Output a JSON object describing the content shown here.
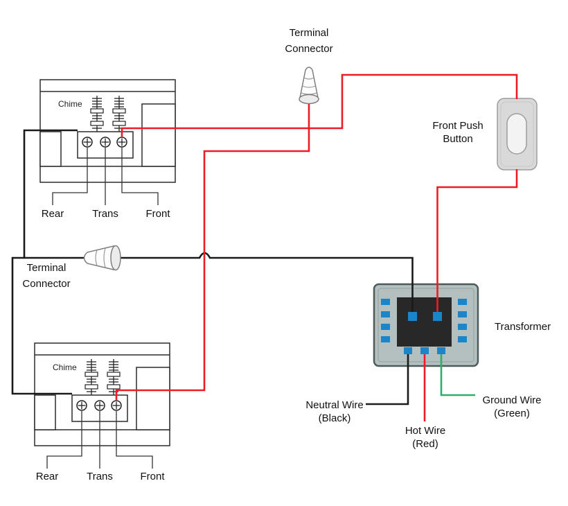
{
  "diagram_type": "doorbell-wiring-diagram",
  "colors": {
    "wire_red": "#ed1c24",
    "wire_black": "#1a1a1a",
    "wire_green": "#2fae6b",
    "terminal_blue": "#1a86c9",
    "transformer_plate": "#b4c0c0",
    "transformer_body": "#282828",
    "button_plate": "#d9d9d9"
  },
  "labels": {
    "terminal_connector_top": {
      "line1": "Terminal",
      "line2": "Connector"
    },
    "terminal_connector_left": {
      "line1": "Terminal",
      "line2": "Connector"
    },
    "front_push_button": {
      "line1": "Front Push",
      "line2": "Button"
    },
    "transformer": "Transformer",
    "neutral_wire": {
      "line1": "Neutral Wire",
      "line2": "(Black)"
    },
    "hot_wire": {
      "line1": "Hot Wire",
      "line2": "(Red)"
    },
    "ground_wire": {
      "line1": "Ground Wire",
      "line2": "(Green)"
    }
  },
  "chime_top": {
    "label": "Chime",
    "terminals": {
      "rear": "Rear",
      "trans": "Trans",
      "front": "Front"
    }
  },
  "chime_bottom": {
    "label": "Chime",
    "terminals": {
      "rear": "Rear",
      "trans": "Trans",
      "front": "Front"
    }
  }
}
